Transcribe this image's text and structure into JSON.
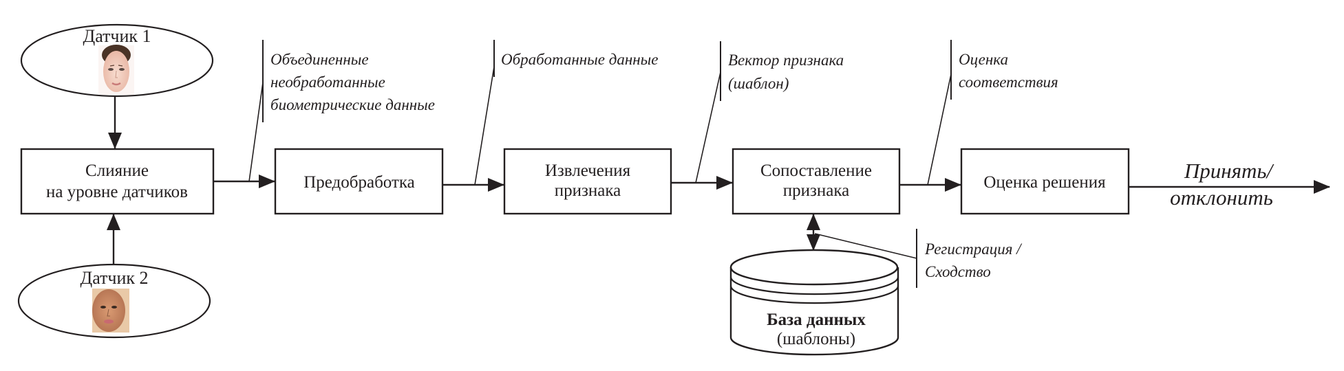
{
  "diagram": {
    "type": "biometric-fusion-pipeline",
    "colors": {
      "line": "#231f20",
      "background": "#ffffff",
      "face1_skin": "#f2cfc0",
      "face1_hair": "#4a3326",
      "face2_skin": "#c98a62"
    },
    "sensors": [
      {
        "id": "sensor-1",
        "label": "Датчик 1",
        "icon": "female-face-photo"
      },
      {
        "id": "sensor-2",
        "label": "Датчик 2",
        "icon": "child-face-photo"
      }
    ],
    "blocks": [
      {
        "id": "fusion",
        "lines": [
          "Слияние",
          "на уровне датчиков"
        ]
      },
      {
        "id": "preprocessing",
        "lines": [
          "Предобработка"
        ]
      },
      {
        "id": "feature-extraction",
        "lines": [
          "Извлечения",
          "признака"
        ]
      },
      {
        "id": "feature-matching",
        "lines": [
          "Сопоставление",
          "признака"
        ]
      },
      {
        "id": "decision",
        "lines": [
          "Оценка решения"
        ]
      }
    ],
    "callouts": [
      {
        "id": "raw-data",
        "lines": [
          "Объединенные",
          "необработанные",
          "биометрические данные"
        ]
      },
      {
        "id": "processed-data",
        "lines": [
          "Обработанные данные"
        ]
      },
      {
        "id": "feature-vector",
        "lines": [
          "Вектор признака",
          "(шаблон)"
        ]
      },
      {
        "id": "match-score",
        "lines": [
          "Оценка",
          "соответствия"
        ]
      },
      {
        "id": "enrollment",
        "lines": [
          "Регистрация /",
          "Сходство"
        ]
      }
    ],
    "database": {
      "title": "База данных",
      "subtitle": "(шаблоны)",
      "icon": "database-cylinder-icon"
    },
    "output": {
      "lines": [
        "Принять/",
        "отклонить"
      ]
    }
  }
}
